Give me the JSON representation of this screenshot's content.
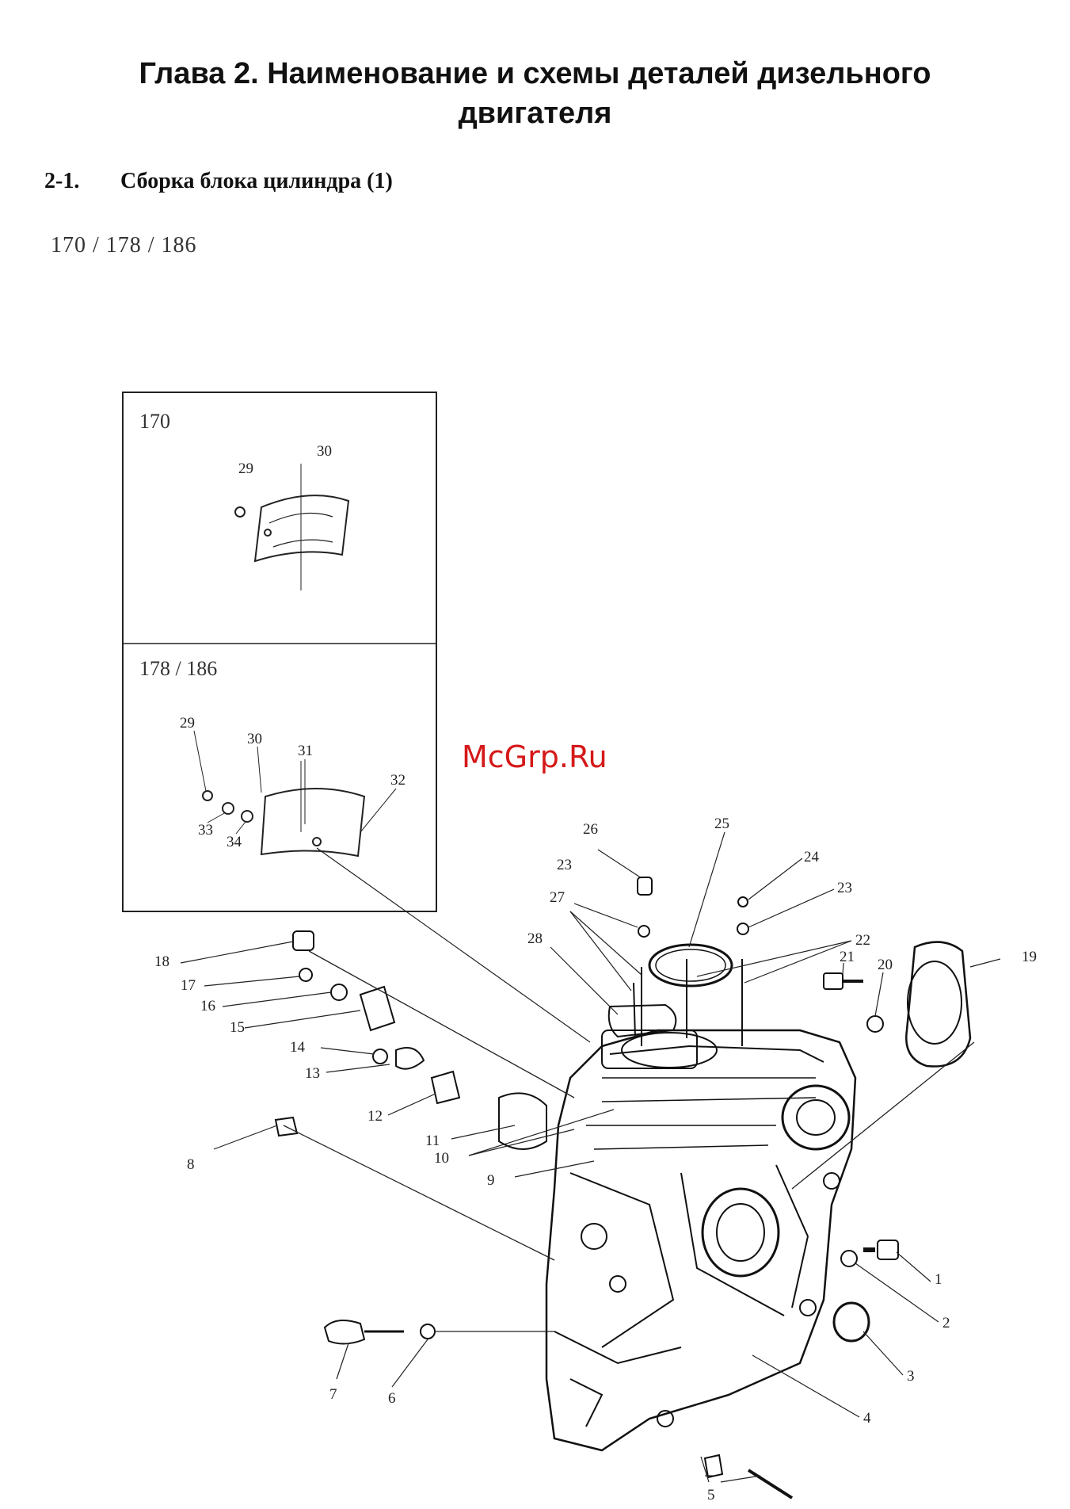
{
  "heading": {
    "line1": "Глава 2. Наименование и схемы деталей дизельного",
    "line2": "двигателя"
  },
  "section": {
    "number": "2-1.",
    "title": "Сборка блока цилиндра (1)"
  },
  "models_line": "170 / 178 / 186",
  "watermark": "McGrp.Ru",
  "inset": {
    "top_label": "170",
    "bottom_label": "178 / 186",
    "top_callouts": [
      "29",
      "30"
    ],
    "bottom_callouts": [
      "29",
      "30",
      "31",
      "32",
      "33",
      "34"
    ]
  },
  "callouts": {
    "c1": "1",
    "c2": "2",
    "c3": "3",
    "c4": "4",
    "c5": "5",
    "c6": "6",
    "c7": "7",
    "c8": "8",
    "c9": "9",
    "c10": "10",
    "c11": "11",
    "c12": "12",
    "c13": "13",
    "c14": "14",
    "c15": "15",
    "c16": "16",
    "c17": "17",
    "c18": "18",
    "c19": "19",
    "c20": "20",
    "c21": "21",
    "c22": "22",
    "c23a": "23",
    "c23b": "23",
    "c24": "24",
    "c25": "25",
    "c26": "26",
    "c27": "27",
    "c28": "28"
  }
}
